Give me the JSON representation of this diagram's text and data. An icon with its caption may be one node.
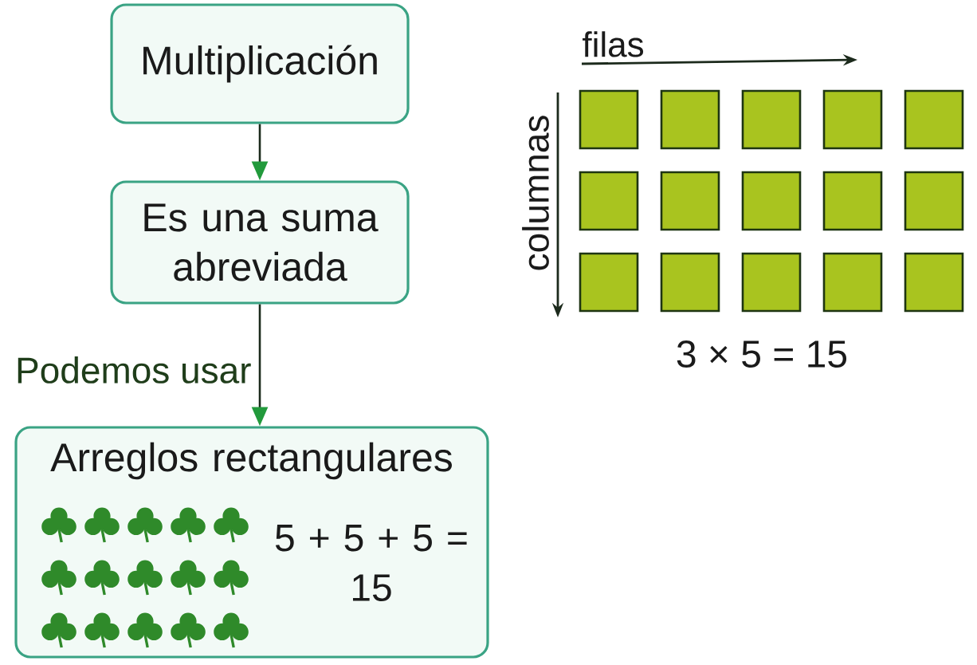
{
  "diagram": {
    "nodes": [
      {
        "text": [
          "Multiplicación"
        ]
      },
      {
        "text": [
          "Es una suma abreviada"
        ]
      },
      {
        "text": [
          "Arreglos rectangulares",
          "5 + 5 + 5 = 15"
        ]
      }
    ],
    "edges": [
      {
        "from": 0,
        "to": 1,
        "arrow": "to"
      },
      {
        "from": 1,
        "to": 2,
        "arrow": "to",
        "label": "Podemos usar"
      }
    ],
    "labels": [
      "filas",
      "columnas",
      "3 × 5 = 15"
    ]
  }
}
